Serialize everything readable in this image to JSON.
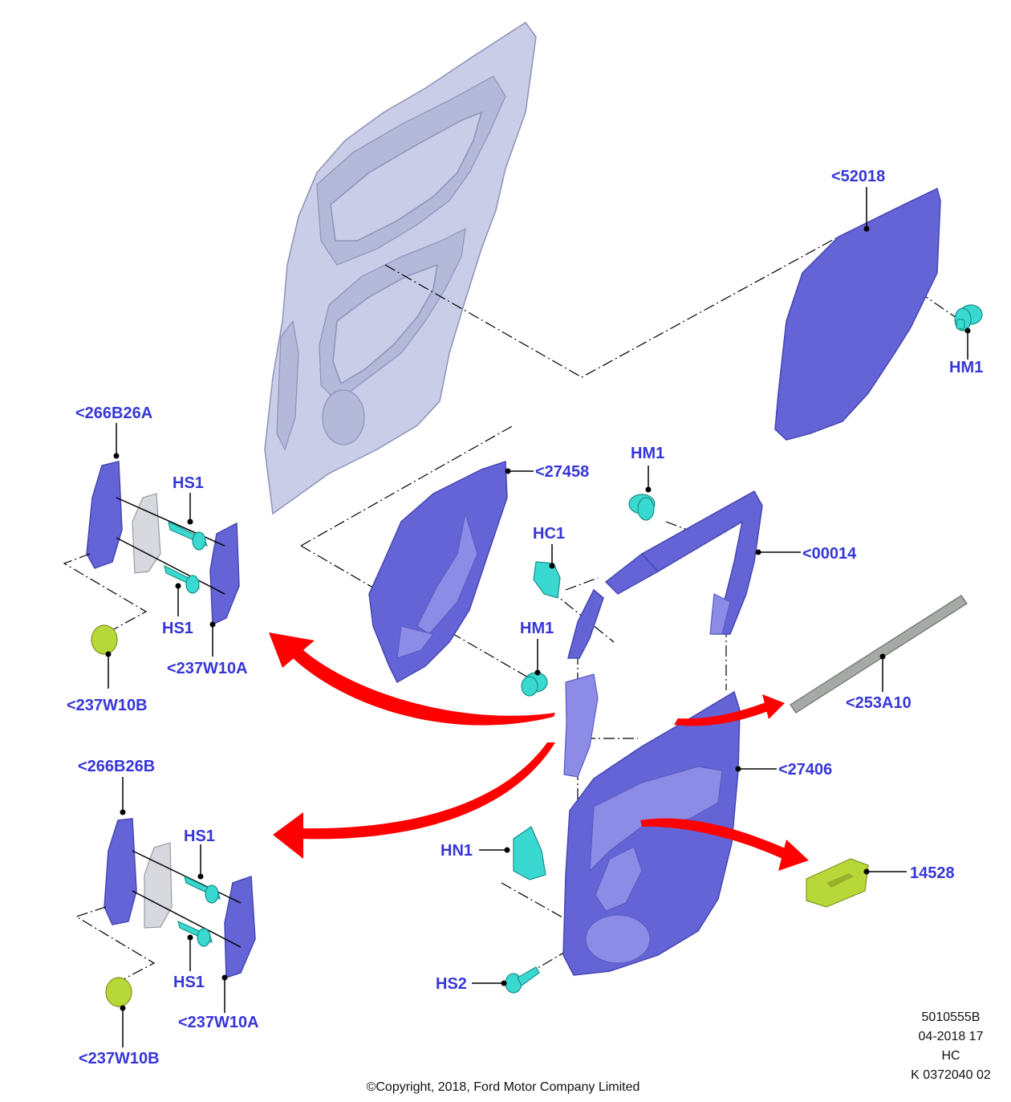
{
  "callouts": {
    "c52018": "<52018",
    "hm1_right": "HM1",
    "c266B26A": "<266B26A",
    "hs1_top_a": "HS1",
    "hs1_top_b": "HS1",
    "c237W10A_top": "<237W10A",
    "c237W10B_top": "<237W10B",
    "c27458": "<27458",
    "hm1_mid_top": "HM1",
    "hc1": "HC1",
    "c00014": "<00014",
    "hm1_mid": "HM1",
    "c253A10": "<253A10",
    "c27406": "<27406",
    "c266B26B": "<266B26B",
    "hs1_bot_a": "HS1",
    "hs1_bot_b": "HS1",
    "c237W10A_bot": "<237W10A",
    "c237W10B_bot": "<237W10B",
    "hn1": "HN1",
    "c14528": "14528",
    "hs2": "HS2"
  },
  "footer": {
    "ref_number": "5010555B",
    "date_code": "04-2018 17",
    "region": "HC",
    "doc_code": "K 0372040 02",
    "copyright": "©Copyright, 2018, Ford Motor Company Limited"
  },
  "colors": {
    "label_blue": "#3636d8",
    "trim_panel": "#6464d6",
    "fastener_cyan": "#39d8d0",
    "clip_yellow": "#b8d83a",
    "arrow_red": "#ff0000"
  }
}
